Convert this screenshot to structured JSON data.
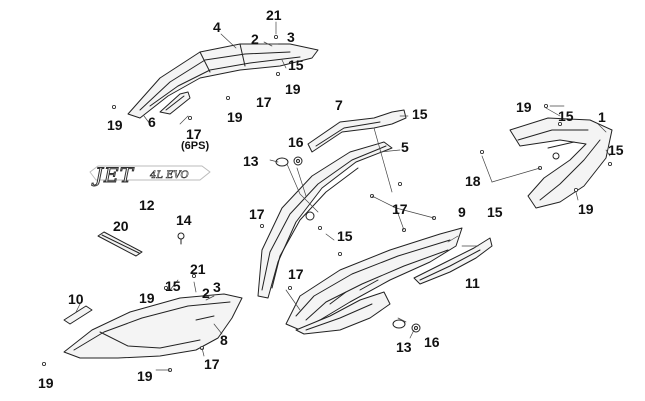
{
  "diagram": {
    "logo": {
      "main": "JET",
      "suffix": "4L EVO"
    },
    "sub_note": "(6PS)",
    "callouts": {
      "c_4": "4",
      "c_21_top": "21",
      "c_2_top": "2",
      "c_3_top": "3",
      "c_15_top": "15",
      "c_19_top": "19",
      "c_17_top": "17",
      "c_19_left": "19",
      "c_6": "6",
      "c_17_6ps": "17",
      "c_19_mid": "19",
      "c_7": "7",
      "c_15_bar": "15",
      "c_16_top": "16",
      "c_5": "5",
      "c_13_top": "13",
      "c_17_left": "17",
      "c_17_center": "17",
      "c_9": "9",
      "c_15_right9": "15",
      "c_15_mid": "15",
      "c_11": "11",
      "c_17_lower": "17",
      "c_13_bottom": "13",
      "c_16_bottom": "16",
      "c_12": "12",
      "c_14": "14",
      "c_20": "20",
      "c_19_rear": "19",
      "c_15_rear": "15",
      "c_1": "1",
      "c_15_rear_right": "15",
      "c_18": "18",
      "c_19_rear_bottom": "19",
      "c_10": "10",
      "c_19_lh": "19",
      "c_15_lh": "15",
      "c_21_lh": "21",
      "c_2_lh": "2",
      "c_3_lh": "3",
      "c_8": "8",
      "c_17_lh": "17",
      "c_19_lh_bottom": "19",
      "c_19_corner": "19"
    }
  }
}
